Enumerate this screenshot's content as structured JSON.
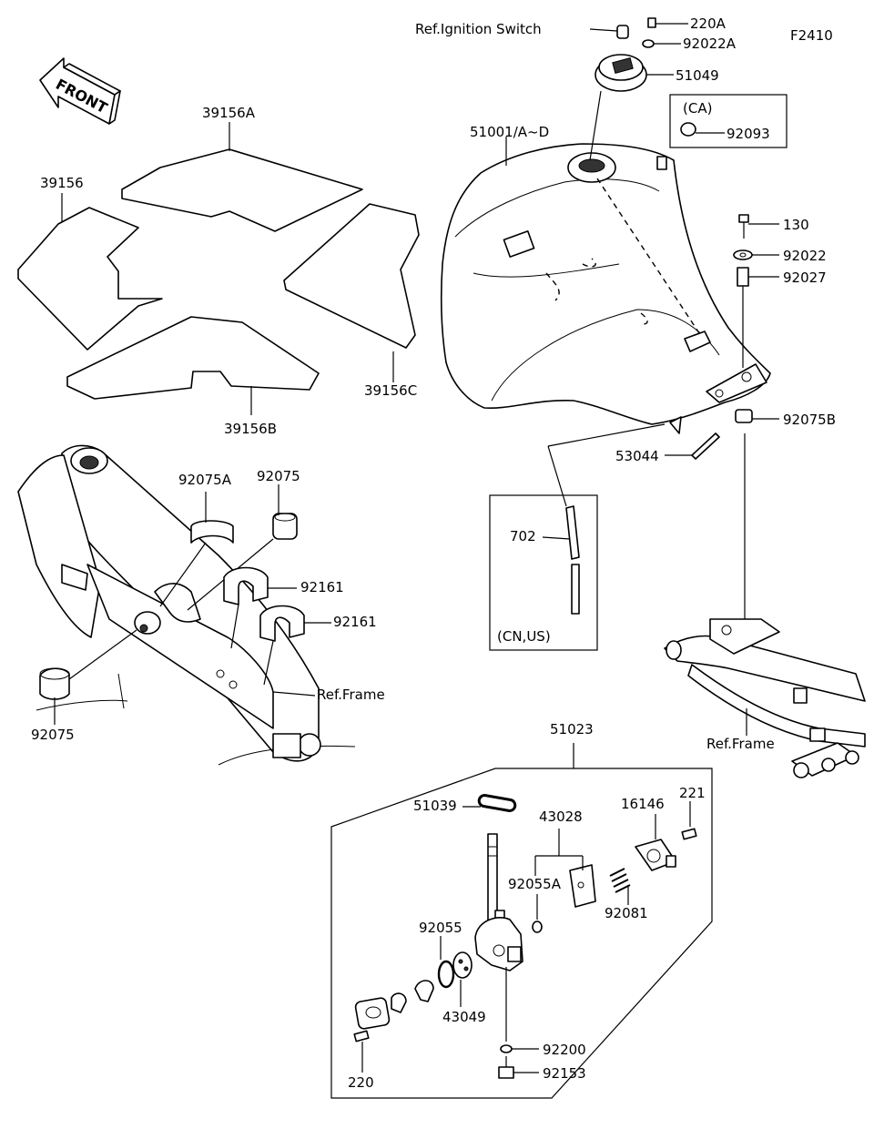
{
  "figure_code": "F2410",
  "front_label": "FRONT",
  "callouts": {
    "ref_ignition": "Ref.Ignition Switch",
    "p220A": "220A",
    "p92022A": "92022A",
    "p51049": "51049",
    "ca_label": "(CA)",
    "p92093": "92093",
    "p39156A": "39156A",
    "p39156": "39156",
    "p51001": "51001/A~D",
    "p130": "130",
    "p92022": "92022",
    "p92027": "92027",
    "p39156C": "39156C",
    "p39156B": "39156B",
    "p92075B": "92075B",
    "p53044": "53044",
    "p92075A": "92075A",
    "p92075_top": "92075",
    "p702": "702",
    "p92161_a": "92161",
    "p92161_b": "92161",
    "cnus_label": "(CN,US)",
    "ref_frame_left": "Ref.Frame",
    "ref_frame_right": "Ref.Frame",
    "p92075_bottom": "92075",
    "p51023": "51023",
    "p51039": "51039",
    "p43028": "43028",
    "p16146": "16146",
    "p221": "221",
    "p92055A": "92055A",
    "p92081": "92081",
    "p92055": "92055",
    "p43049": "43049",
    "p92200": "92200",
    "p220": "220",
    "p92153": "92153"
  }
}
